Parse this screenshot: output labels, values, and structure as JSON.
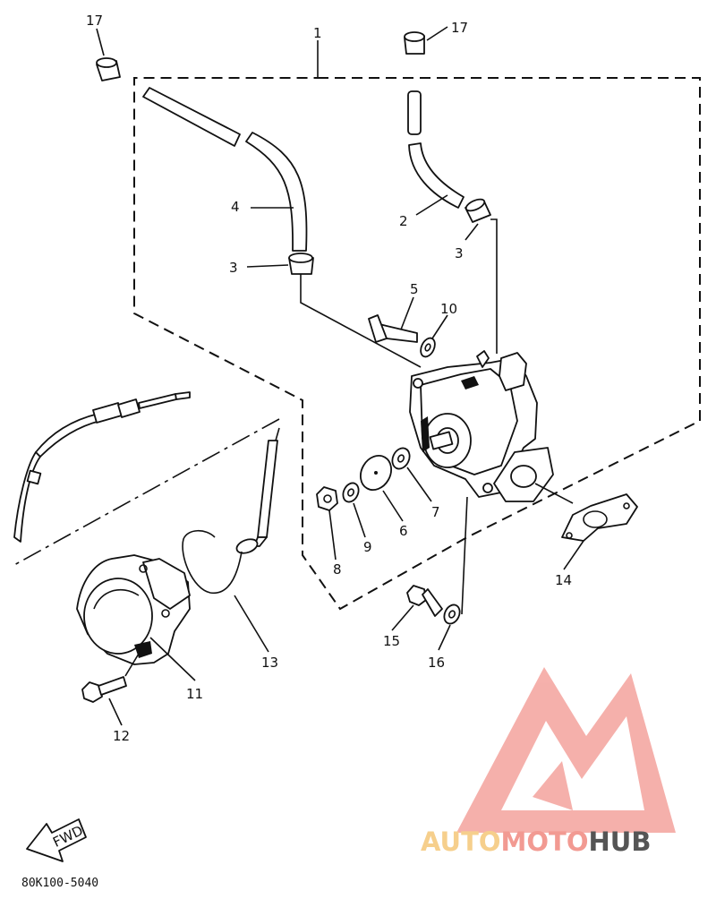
{
  "diagram": {
    "labels": {
      "p1": "1",
      "p2": "2",
      "p3a": "3",
      "p3b": "3",
      "p4": "4",
      "p5": "5",
      "p6": "6",
      "p7": "7",
      "p8": "8",
      "p9": "9",
      "p10": "10",
      "p11": "11",
      "p12": "12",
      "p13": "13",
      "p14": "14",
      "p15": "15",
      "p16": "16",
      "p17a": "17",
      "p17b": "17"
    },
    "fwd_label": "FWD",
    "drawing_code": "80K100-5040"
  },
  "watermark": {
    "part1": "AUTO",
    "part2": "MOTO",
    "part3": "HUB",
    "colors": {
      "auto": "#f6cf8c",
      "moto": "#f29a92",
      "hub": "#555555",
      "logo": "#f4a39d"
    }
  }
}
